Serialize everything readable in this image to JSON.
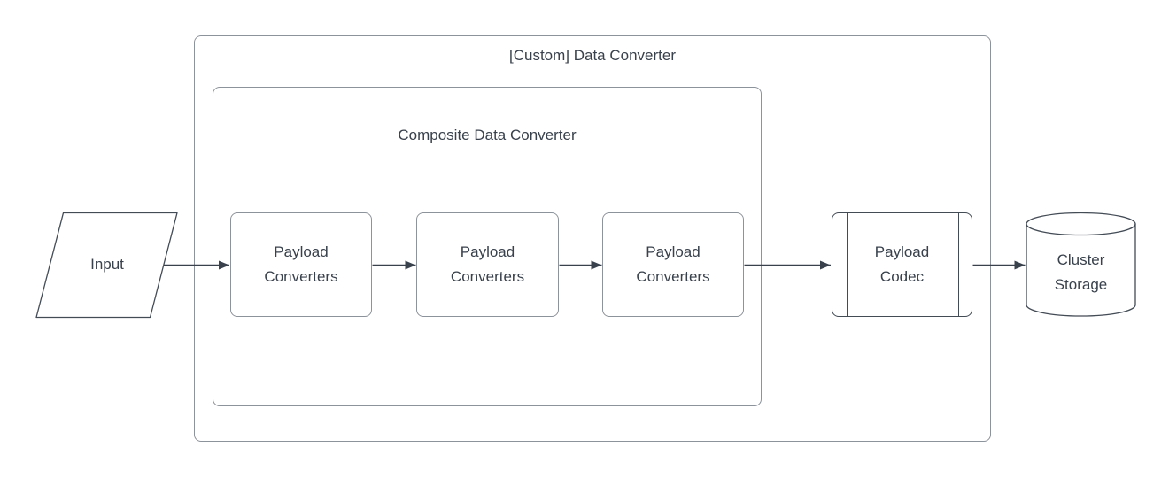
{
  "diagram": {
    "outer_container": {
      "title": "[Custom] Data Converter"
    },
    "inner_container": {
      "title": "Composite Data Converter"
    },
    "nodes": {
      "input": {
        "label": "Input",
        "shape": "parallelogram"
      },
      "payload_converter_1": {
        "label": "Payload Converters",
        "shape": "rounded-rectangle"
      },
      "payload_converter_2": {
        "label": "Payload Converters",
        "shape": "rounded-rectangle"
      },
      "payload_converter_3": {
        "label": "Payload Converters",
        "shape": "rounded-rectangle"
      },
      "payload_codec": {
        "label": "Payload Codec",
        "shape": "predefined-process"
      },
      "cluster_storage": {
        "label": "Cluster Storage",
        "shape": "cylinder"
      }
    },
    "edges": [
      {
        "from": "input",
        "to": "payload_converter_1"
      },
      {
        "from": "payload_converter_1",
        "to": "payload_converter_2"
      },
      {
        "from": "payload_converter_2",
        "to": "payload_converter_3"
      },
      {
        "from": "payload_converter_3",
        "to": "payload_codec"
      },
      {
        "from": "payload_codec",
        "to": "cluster_storage"
      }
    ],
    "colors": {
      "background": "#ffffff",
      "text": "#39414c",
      "container_border": "#8d939b",
      "shape_border": "#434b55",
      "arrow": "#39414c"
    }
  }
}
